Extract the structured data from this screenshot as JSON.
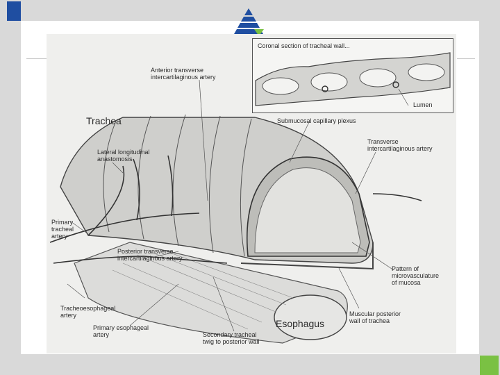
{
  "slide": {
    "colors": {
      "background": "#d9d9d9",
      "panel": "#ffffff",
      "accent_blue": "#1f4ea1",
      "accent_green": "#7ac143"
    },
    "logo_icon": "triangle-logo-icon"
  },
  "figure": {
    "inset_title": "Coronal section of tracheal wall...",
    "labels": {
      "lumen": "Lumen",
      "submucosal": "Submucosal capillary plexus",
      "anterior": "Anterior transverse\nintercartilaginous artery",
      "trachea": "Trachea",
      "lateral": "Lateral longitudinal\nanastomosis",
      "transverse": "Transverse\nintercartilaginous artery",
      "primary_tracheal": "Primary\ntracheal\nartery",
      "posterior": "Posterior transverse\nintercartilaginous artery",
      "pattern": "Pattern of\nmicrovasculature\nof mucosa",
      "tracheoesophageal": "Tracheoesophageal\nartery",
      "primary_esophageal": "Primary esophageal\nartery",
      "muscular": "Muscular posterior\nwall of trachea",
      "esophagus": "Esophagus",
      "secondary": "Secondary tracheal\ntwig to posterior wall"
    }
  }
}
